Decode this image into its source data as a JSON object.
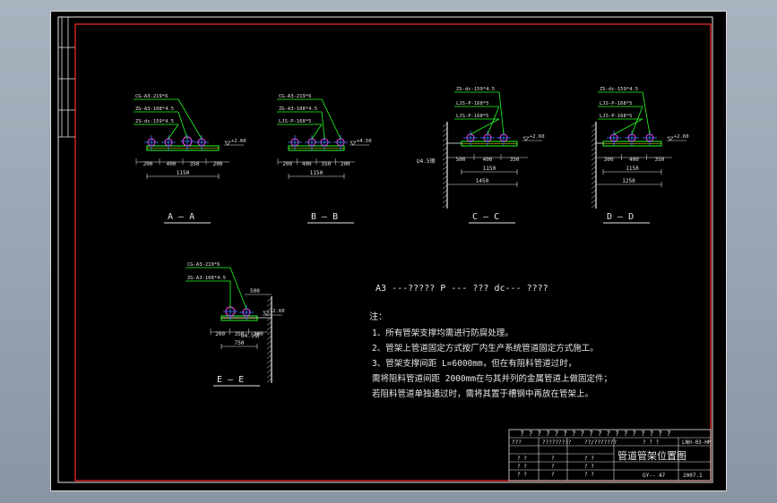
{
  "drawing": {
    "sections": [
      {
        "id": "A",
        "title": "A — A",
        "leaders": [
          "CG-A3-219*6",
          "ZG-A3-108*4.5",
          "ZS-dc-159*4.5"
        ],
        "elev": "+2.60",
        "dims": [
          "200",
          "400",
          "350",
          "200"
        ],
        "total": "1150"
      },
      {
        "id": "B",
        "title": "B — B",
        "leaders": [
          "CG-A3-219*6",
          "ZG-A3-108*4.5",
          "LJS-P-168*5"
        ],
        "elev": "+4.50",
        "dims": [
          "200",
          "400",
          "350",
          "200"
        ],
        "total": "1150"
      },
      {
        "id": "C",
        "title": "C — C",
        "leaders": [
          "ZS-dc-159*4.5",
          "LJS-P-168*5",
          "LJS-P-168*5"
        ],
        "elev": "+2.60",
        "wall": "U4.5钢",
        "dims": [
          "500",
          "400",
          "350"
        ],
        "total1": "1150",
        "total2": "1450"
      },
      {
        "id": "D",
        "title": "D — D",
        "leaders": [
          "ZS-dc-159*4.5",
          "LJS-P-168*5",
          "LJS-P-168*5"
        ],
        "elev": "+2.60",
        "dims": [
          "300",
          "400",
          "350"
        ],
        "total1": "1150",
        "total2": "1250"
      },
      {
        "id": "E",
        "title": "E — E",
        "leaders": [
          "CG-A3-219*6",
          "ZG-A3-108*4.5"
        ],
        "elev": "+2.60",
        "wall": "U4.5钢",
        "top_dim": "500",
        "dims": [
          "200",
          "350",
          "200"
        ],
        "total": "750"
      }
    ],
    "legend": "A3 ---?????     P ---  ???    dc---  ????",
    "notes_title": "注：",
    "notes": [
      "1、所有管架支撑均需进行防腐处理。",
      "2、管架上管道固定方式按厂内生产系统管道固定方式施工。",
      "3、管架支撑间距 L=6000mm，但在有阻料管道过时，",
      "   需将阻料管道间距 2000mm在与其并列的金属管道上做固定件；",
      "   若阻料管道单独通过时，需将其置于槽钢中再放在管架上。"
    ],
    "title_block": {
      "header": "? ? ? ? ? ? ? ? ? ? ? ? ? ? ? ? ? ?",
      "row1": [
        "???",
        "?????????",
        "??/???????",
        "? ? ?",
        "LNH-03-HM"
      ],
      "rows": [
        [
          "? ?",
          "?",
          "? ?"
        ],
        [
          "? ?",
          "?",
          "? ?"
        ],
        [
          "? ?",
          "?",
          "? ?"
        ]
      ],
      "drawing_title": "管道管架位置图",
      "sheet_no": "GY-- 47",
      "date": "2007.1"
    }
  }
}
